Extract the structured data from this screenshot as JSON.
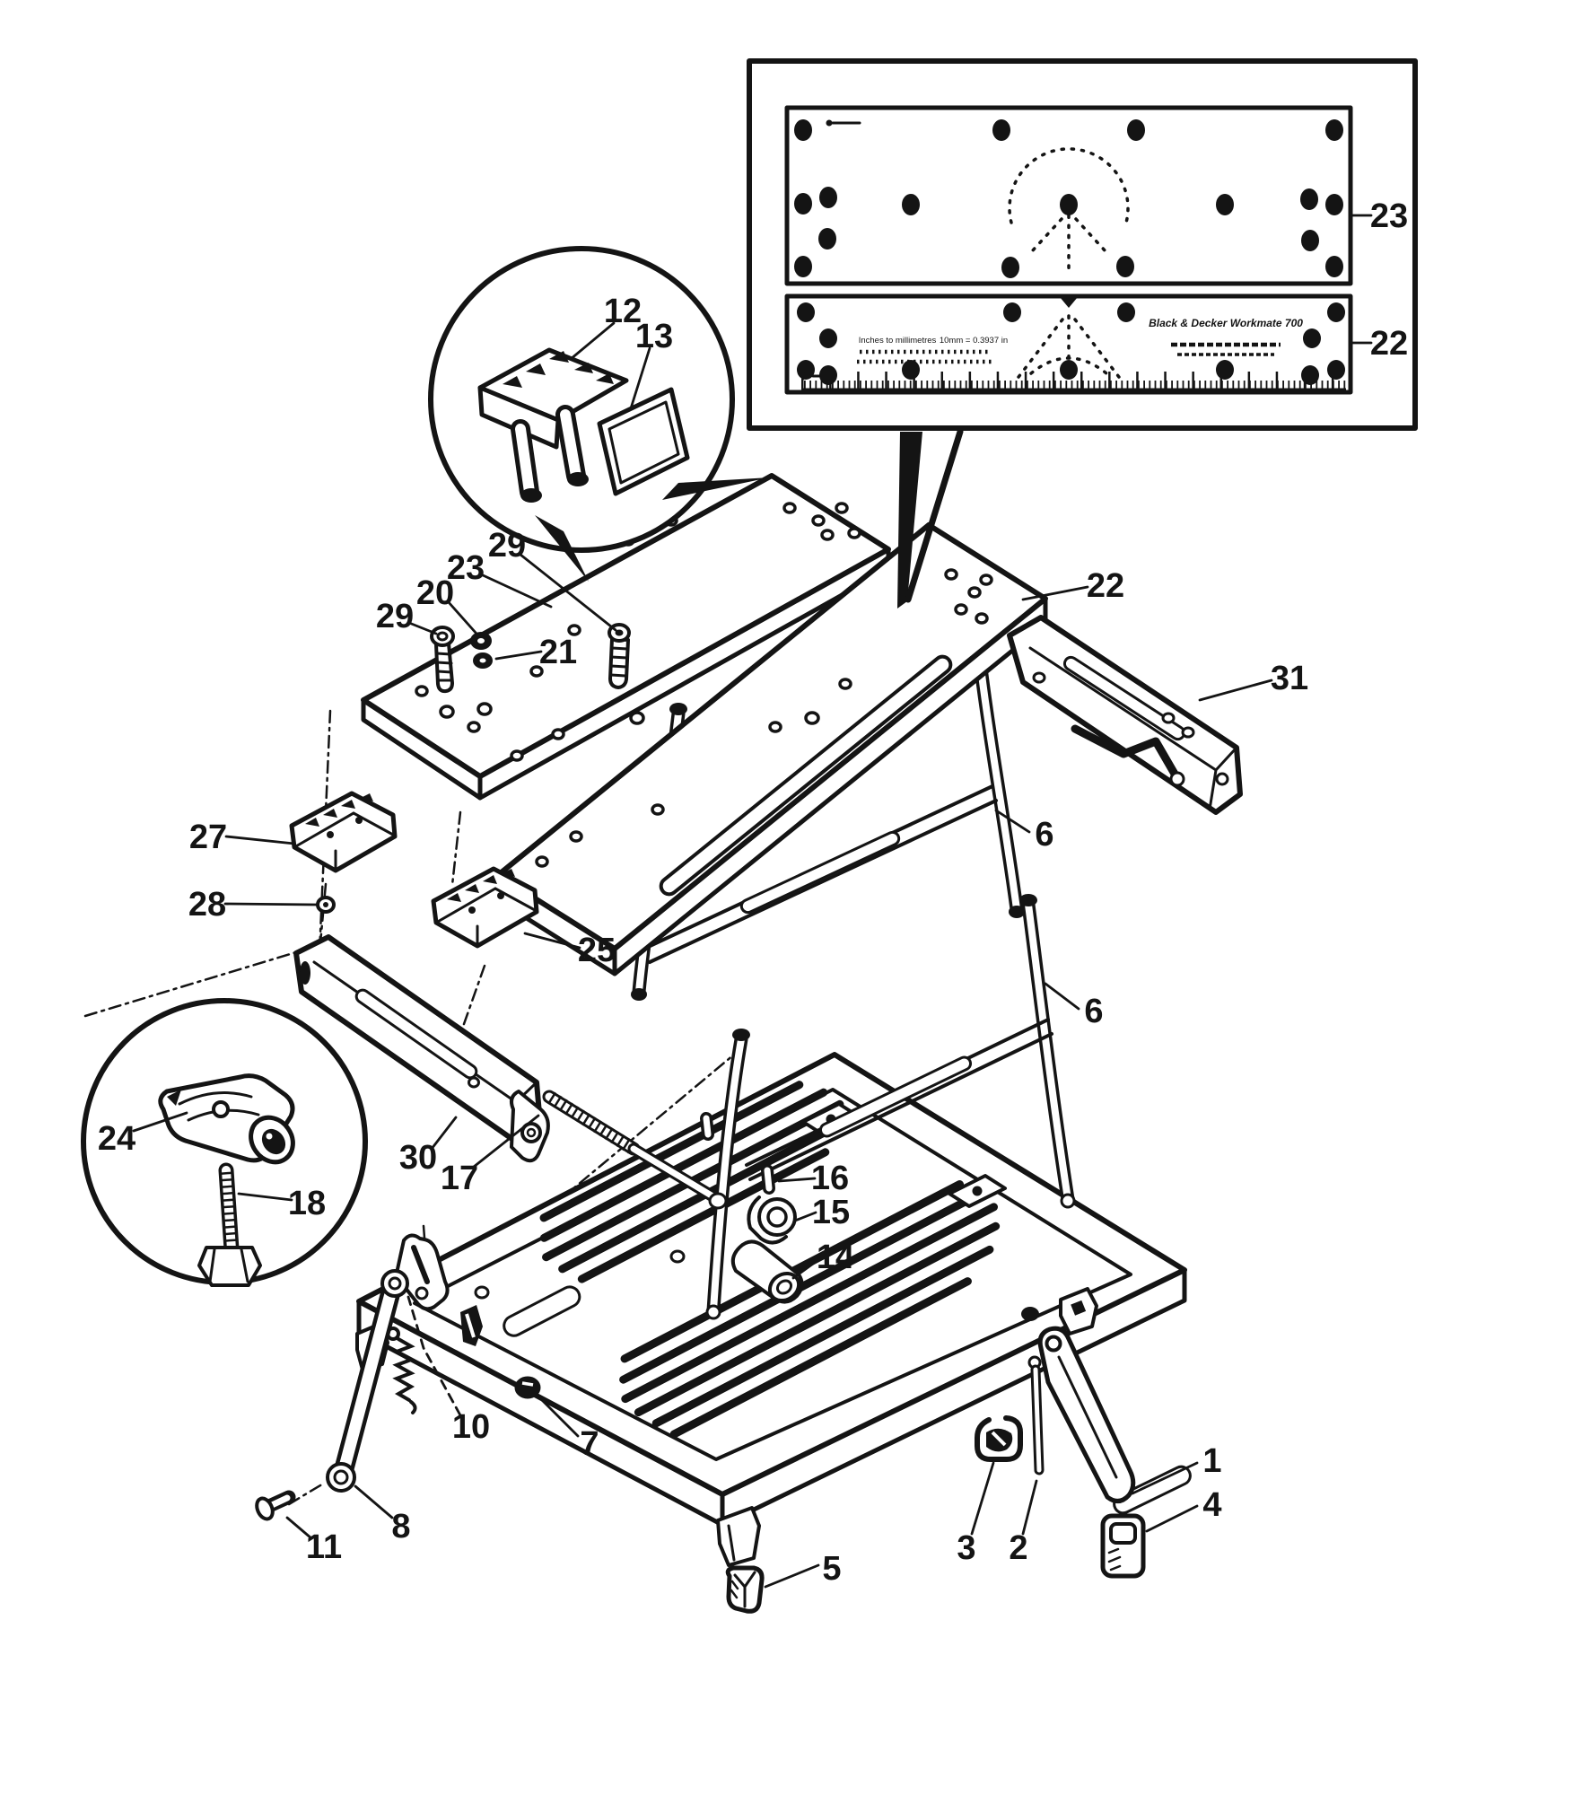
{
  "figure": {
    "type": "exploded-parts-diagram",
    "ink_color": "#141414",
    "paper_color": "#ffffff"
  },
  "inset": {
    "brand_line": "Black & Decker Workmate 700",
    "conversion_title": "Inches to millimetres",
    "conversion_note": "10mm = 0.3937 in"
  },
  "callouts": [
    {
      "num": "23"
    },
    {
      "num": "22"
    },
    {
      "num": "12"
    },
    {
      "num": "13"
    },
    {
      "num": "29"
    },
    {
      "num": "23"
    },
    {
      "num": "20"
    },
    {
      "num": "29"
    },
    {
      "num": "21"
    },
    {
      "num": "22"
    },
    {
      "num": "31"
    },
    {
      "num": "6"
    },
    {
      "num": "6"
    },
    {
      "num": "27"
    },
    {
      "num": "28"
    },
    {
      "num": "25"
    },
    {
      "num": "24"
    },
    {
      "num": "18"
    },
    {
      "num": "30"
    },
    {
      "num": "17"
    },
    {
      "num": "16"
    },
    {
      "num": "15"
    },
    {
      "num": "14"
    },
    {
      "num": "10"
    },
    {
      "num": "7"
    },
    {
      "num": "8"
    },
    {
      "num": "11"
    },
    {
      "num": "5"
    },
    {
      "num": "3"
    },
    {
      "num": "2"
    },
    {
      "num": "1"
    },
    {
      "num": "4"
    }
  ]
}
